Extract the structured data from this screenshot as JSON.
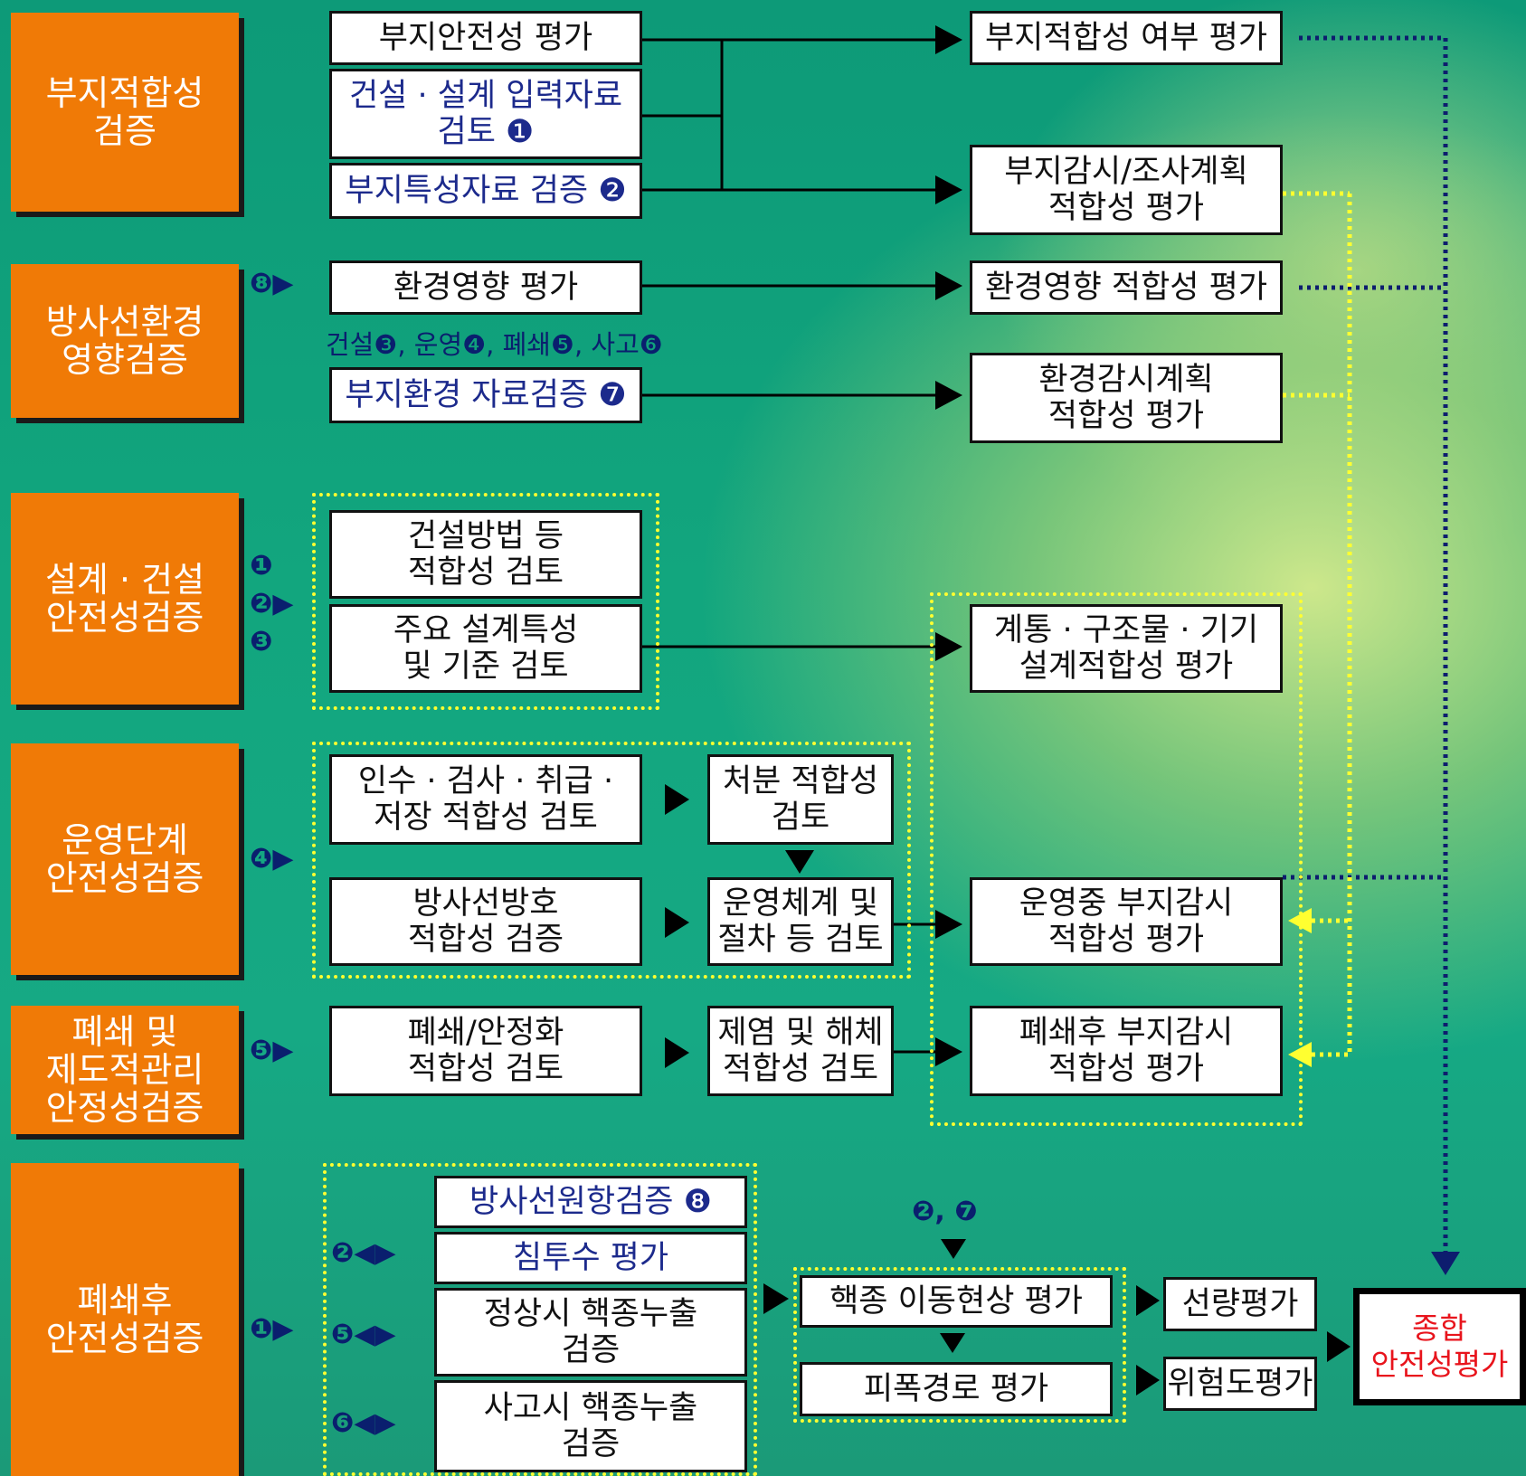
{
  "categories": {
    "site": "부지적합성\n검증",
    "env": "방사선환경\n영향검증",
    "design": "설계 · 건설\n안전성검증",
    "ops": "운영단계\n안전성검증",
    "closure": "폐쇄 및\n제도적관리\n안정성검증",
    "post": "폐쇄후\n안전성검증"
  },
  "boxes": {
    "site_safety": "부지안전성 평가",
    "design_input": "건설 · 설계 입력자료\n검토 ❶",
    "site_char": "부지특성자료 검증 ❷",
    "site_suit": "부지적합성 여부 평가",
    "site_monitor_plan": "부지감시/조사계획\n적합성 평가",
    "env_impact": "환경영향 평가",
    "env_impact_suit": "환경영향 적합성 평가",
    "env_sub": "건설❸, 운영❹, 폐쇄❺, 사고❻",
    "site_env_data": "부지환경 자료검증 ❼",
    "env_monitor_plan": "환경감시계획\n적합성 평가",
    "construction_method": "건설방법 등\n적합성 검토",
    "design_features": "주요 설계특성\n및 기준 검토",
    "system_design": "계통 · 구조물 · 기기\n설계적합성 평가",
    "acceptance": "인수 · 검사 · 취급 ·\n저장 적합성 검토",
    "disposal": "처분 적합성\n검토",
    "radiation_protection": "방사선방호\n적합성 검증",
    "operating_system": "운영체계 및\n절차 등 검토",
    "operating_monitor": "운영중 부지감시\n적합성 평가",
    "closure_stab": "폐쇄/안정화\n적합성 검토",
    "decon": "제염 및 해체\n적합성 검토",
    "post_monitor": "폐쇄후 부지감시\n적합성 평가",
    "source_term": "방사선원항검증 ❽",
    "infiltration": "침투수 평가",
    "normal_release": "정상시 핵종누출\n검증",
    "accident_release": "사고시 핵종누출\n검증",
    "nuclide_transport": "핵종 이동현상 평가",
    "exposure_path": "피폭경로 평가",
    "dose": "선량평가",
    "risk": "위험도평가",
    "total": "종합\n안전성평가"
  },
  "markers": {
    "m8": "❽▶",
    "m1": "❶",
    "m2": "❷▶",
    "m3": "❸",
    "m4": "❹▶",
    "m5": "❺▶",
    "p1": "❶▶",
    "p2": "❷◀▶",
    "p5": "❺◀▶",
    "p6": "❻◀▶",
    "p27": "❷, ❼"
  },
  "colors": {
    "category": "#f07a06",
    "zone": "#ffff30",
    "navy": "#0d1d6e",
    "total_text": "#e8141c"
  }
}
